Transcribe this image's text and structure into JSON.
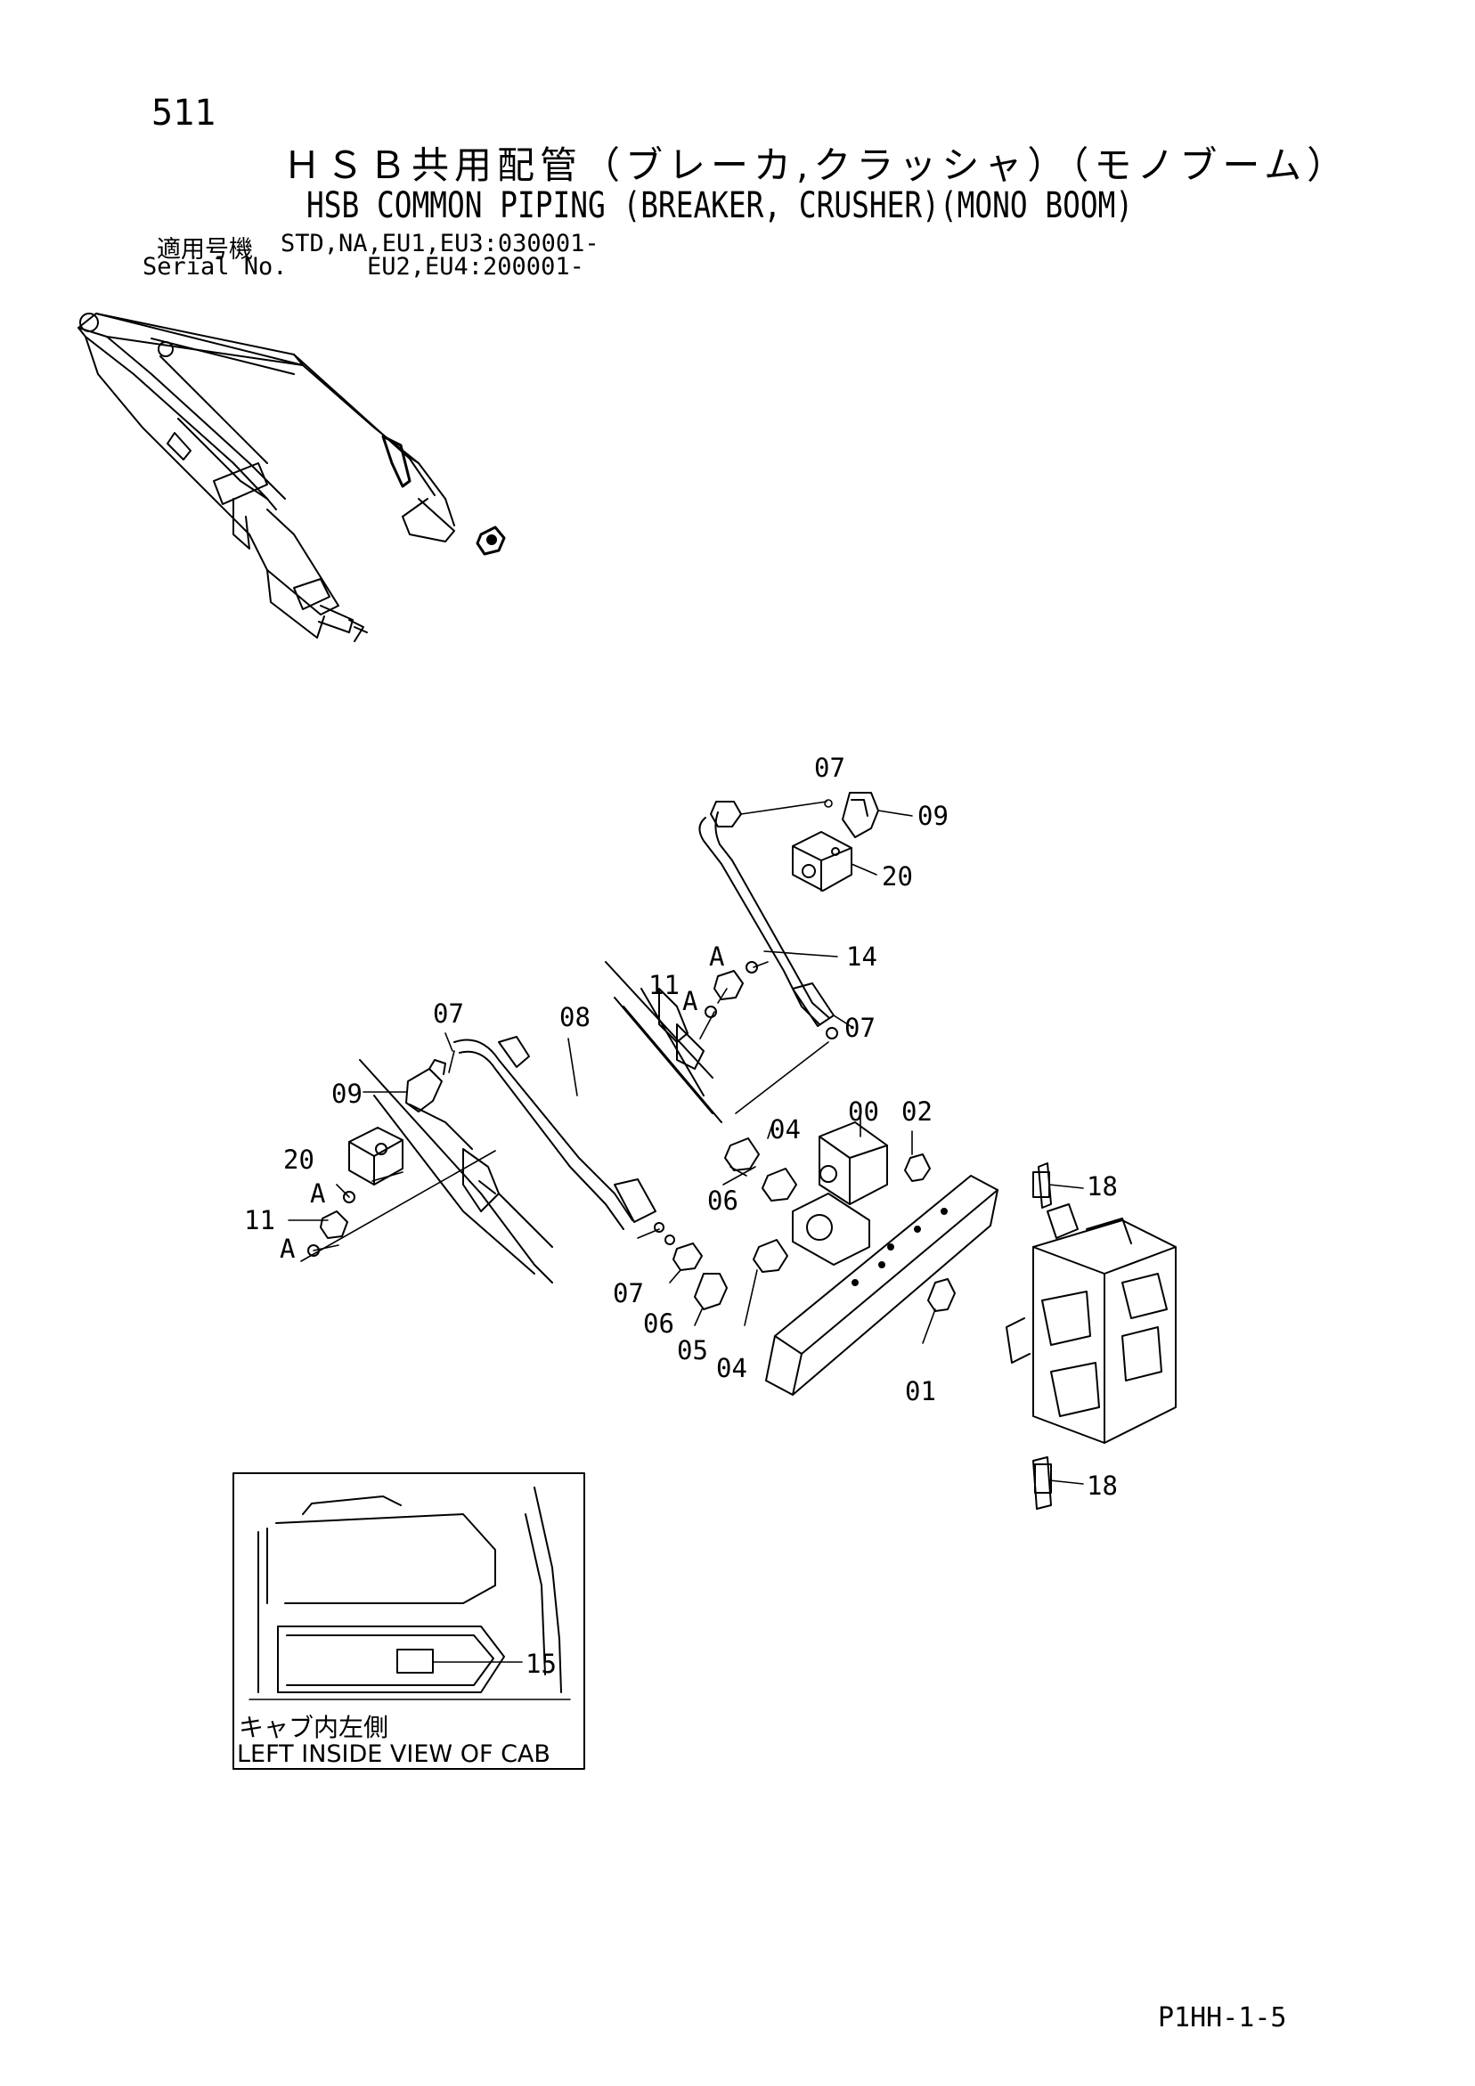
{
  "header": {
    "page_number": "511",
    "title_jp": "ＨＳＢ共用配管（ブレーカ,クラッシャ）（モノブーム）",
    "title_en": "HSB COMMON PIPING (BREAKER, CRUSHER)(MONO BOOM)"
  },
  "serial": {
    "label_jp": "適用号機",
    "label_en": "Serial No.",
    "line1": "STD,NA,EU1,EU3:030001-",
    "line2": "EU2,EU4:200001-"
  },
  "callouts": {
    "c07_top": "07",
    "c09_top": "09",
    "c20_top": "20",
    "cA_top1": "A",
    "c14": "14",
    "c11_top": "11",
    "cA_top2": "A",
    "c07_midright": "07",
    "c07_left": "07",
    "c08": "08",
    "c00": "00",
    "c02": "02",
    "c04_upper": "04",
    "c09_left": "09",
    "c06_upper": "06",
    "c18_top": "18",
    "c20_left": "20",
    "cA_left1": "A",
    "c11_left": "11",
    "cA_left2": "A",
    "c07_bottom": "07",
    "c06_bottom": "06",
    "c05": "05",
    "c04_bottom": "04",
    "c01": "01",
    "c18_bottom": "18",
    "c15": "15"
  },
  "inset": {
    "label_jp": "キャブ内左側",
    "label_en": "LEFT INSIDE VIEW OF CAB"
  },
  "footer": {
    "code": "P1HH-1-5"
  }
}
